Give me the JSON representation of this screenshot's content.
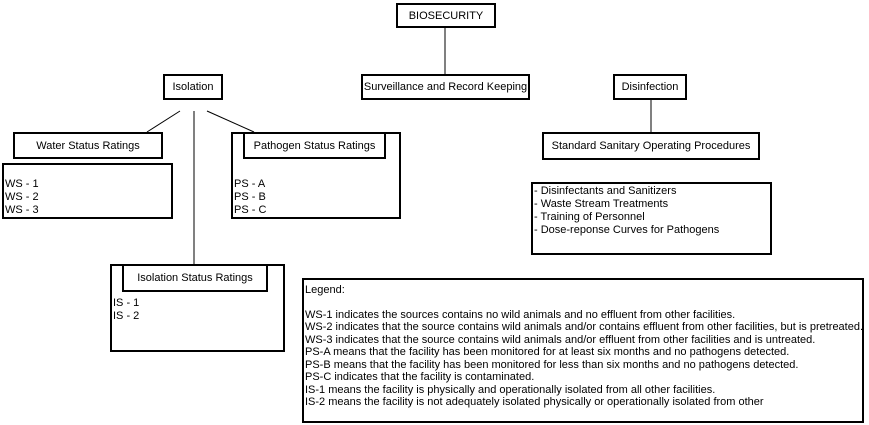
{
  "root": {
    "label": "BIOSECURITY"
  },
  "branches": {
    "isolation": {
      "label": "Isolation"
    },
    "surveillance": {
      "label": "Surveillance and Record Keeping"
    },
    "disinfection": {
      "label": "Disinfection"
    }
  },
  "water": {
    "label": "Water Status Ratings",
    "items": [
      "WS - 1",
      "WS - 2",
      "WS - 3"
    ]
  },
  "pathogen": {
    "label": "Pathogen Status Ratings",
    "items": [
      "PS - A",
      "PS - B",
      "PS - C"
    ]
  },
  "isolation_status": {
    "label": "Isolation Status Ratings",
    "items": [
      "IS - 1",
      "IS - 2"
    ]
  },
  "ssop": {
    "label": "Standard Sanitary Operating Procedures",
    "items": [
      "- Disinfectants and Sanitizers",
      "- Waste Stream Treatments",
      "- Training of Personnel",
      "- Dose-reponse Curves for Pathogens"
    ]
  },
  "legend": {
    "title": "Legend:",
    "lines": [
      "WS-1 indicates the sources contains no wild animals and no effluent from other facilities.",
      "WS-2 indicates that the source contains wild animals and/or contains effluent from other facilities, but is pretreated.",
      "WS-3 indicates that the source contains wild animals and/or effluent from other facilities and is untreated.",
      "PS-A means that the facility has been monitored for at least six months and no pathogens detected.",
      "PS-B means that the facility has been monitored for less than six months and no pathogens detected.",
      "PS-C indicates that the facility is contaminated.",
      "IS-1 means the facility is physically and operationally isolated from all other facilities.",
      "IS-2 means the facility is not adequately isolated physically or operationally isolated from other"
    ]
  }
}
